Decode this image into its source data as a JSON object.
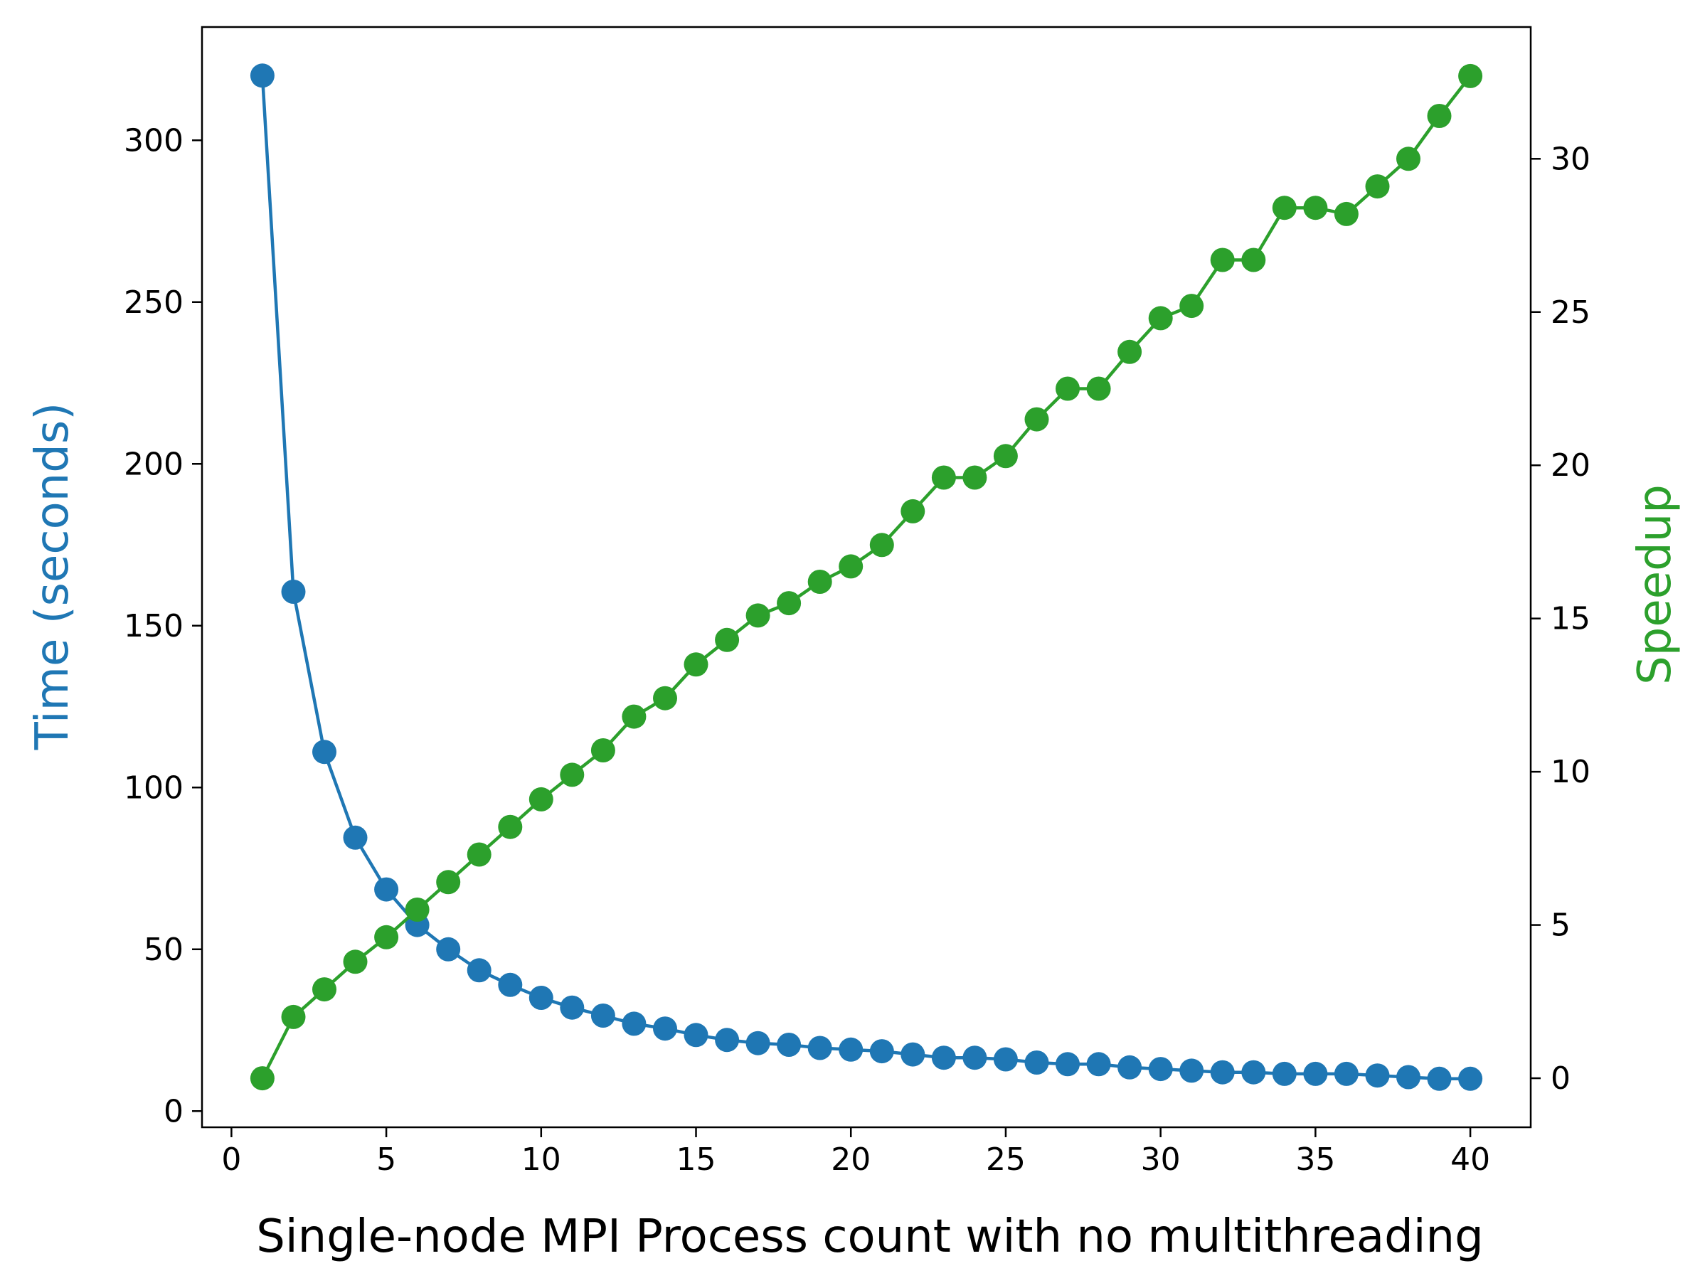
{
  "chart_data": {
    "type": "line",
    "xlabel": "Single-node MPI Process count with no multithreading",
    "xlim": [
      -0.95,
      41.95
    ],
    "x_ticks": [
      0,
      5,
      10,
      15,
      20,
      25,
      30,
      35,
      40
    ],
    "x": [
      1,
      2,
      3,
      4,
      5,
      6,
      7,
      8,
      9,
      10,
      11,
      12,
      13,
      14,
      15,
      16,
      17,
      18,
      19,
      20,
      21,
      22,
      23,
      24,
      25,
      26,
      27,
      28,
      29,
      30,
      31,
      32,
      33,
      34,
      35,
      36,
      37,
      38,
      39,
      40
    ],
    "left_axis": {
      "label": "Time (seconds)",
      "color": "#1f77b4",
      "ylim": [
        -5,
        335
      ],
      "ticks": [
        0,
        50,
        100,
        150,
        200,
        250,
        300
      ]
    },
    "right_axis": {
      "label": "Speedup",
      "color": "#2ca02c",
      "ylim": [
        -1.6,
        34.3
      ],
      "ticks": [
        0,
        5,
        10,
        15,
        20,
        25,
        30
      ]
    },
    "series": [
      {
        "axis": "left",
        "color": "#1f77b4",
        "values": [
          320,
          160.5,
          111,
          84.5,
          68.5,
          57.5,
          50,
          43.5,
          39,
          35,
          32,
          29.5,
          27,
          25.5,
          23.5,
          22,
          21,
          20.5,
          19.5,
          19,
          18.5,
          17.5,
          16.5,
          16.5,
          16,
          15,
          14.5,
          14.5,
          13.5,
          13,
          12.5,
          12,
          12,
          11.5,
          11.5,
          11.5,
          11,
          10.5,
          10,
          10
        ]
      },
      {
        "axis": "right",
        "color": "#2ca02c",
        "values": [
          0,
          2,
          2.9,
          3.8,
          4.6,
          5.5,
          6.4,
          7.3,
          8.2,
          9.1,
          9.9,
          10.7,
          11.8,
          12.4,
          13.5,
          14.3,
          15.1,
          15.5,
          16.2,
          16.7,
          17.4,
          18.5,
          19.6,
          19.6,
          20.3,
          21.5,
          22.5,
          22.5,
          23.7,
          24.8,
          25.2,
          26.7,
          26.7,
          28.4,
          28.4,
          28.2,
          29.1,
          30,
          31.4,
          32.7
        ]
      }
    ]
  }
}
